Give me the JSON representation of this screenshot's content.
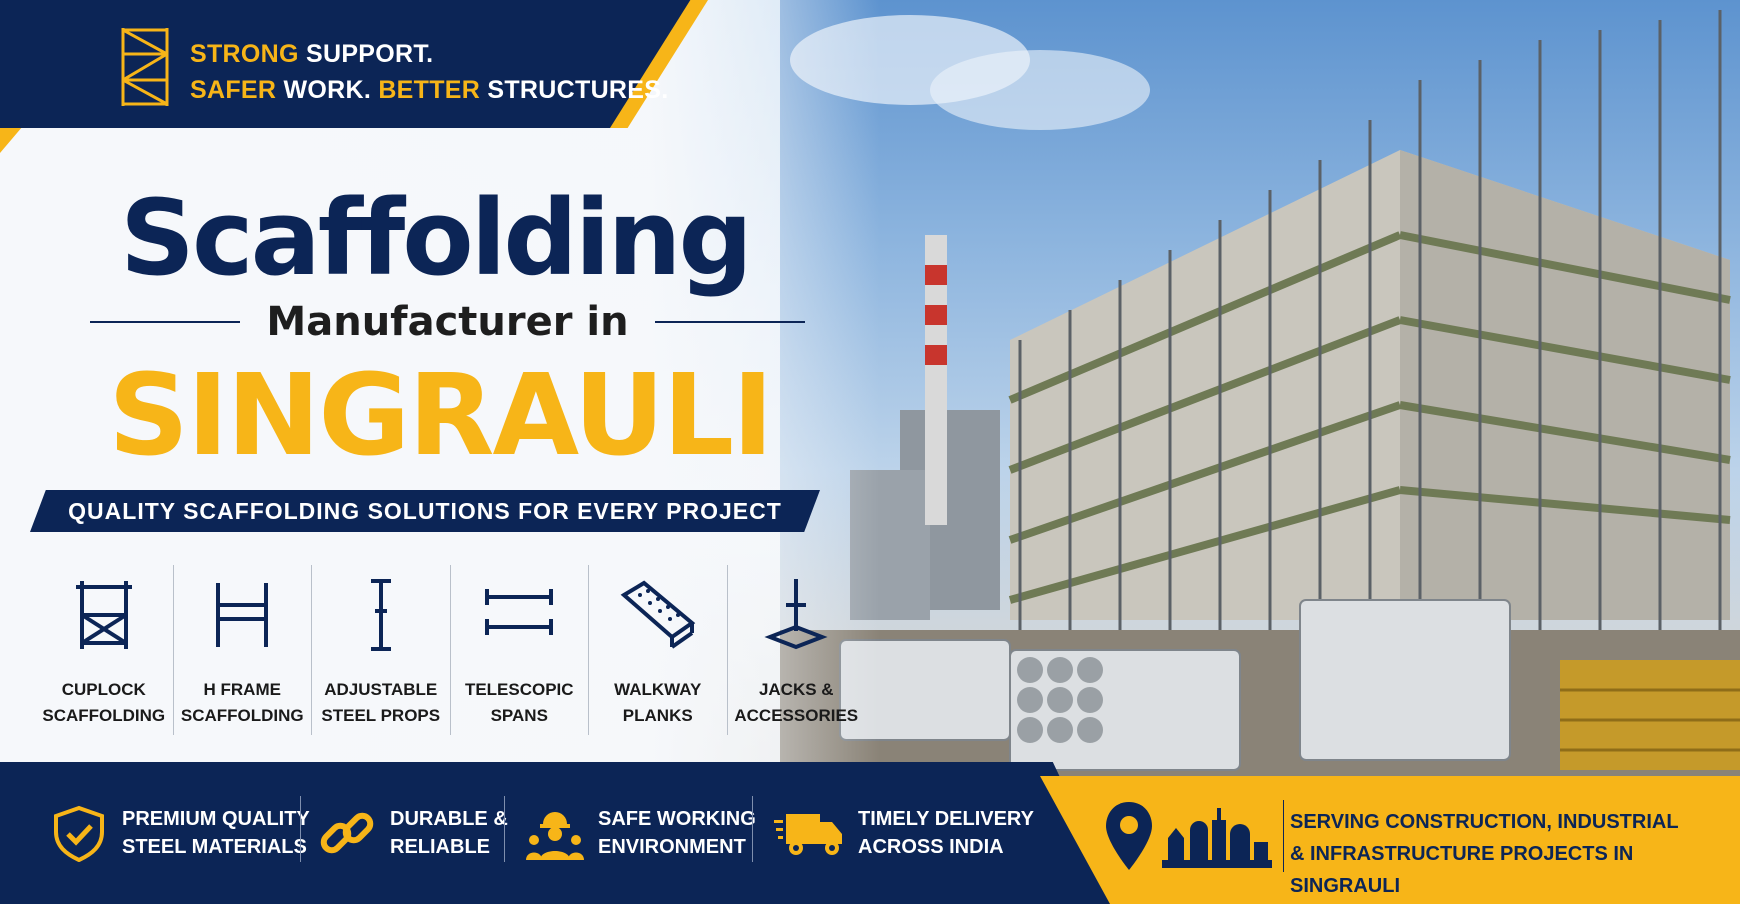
{
  "tagline": {
    "line1_a": "STRONG",
    "line1_b": " SUPPORT.",
    "line2_a": "SAFER",
    "line2_b": " WORK. ",
    "line2_c": "BETTER",
    "line2_d": " STRUCTURES."
  },
  "headline": {
    "title": "Scaffolding",
    "subtitle": "Manufacturer in",
    "location": "SINGRAULI"
  },
  "subtitle_bar": "QUALITY SCAFFOLDING SOLUTIONS FOR EVERY PROJECT",
  "products": [
    {
      "line1": "CUPLOCK",
      "line2": "SCAFFOLDING",
      "icon": "cuplock-frame-icon"
    },
    {
      "line1": "H FRAME",
      "line2": "SCAFFOLDING",
      "icon": "h-frame-icon"
    },
    {
      "line1": "ADJUSTABLE",
      "line2": "STEEL PROPS",
      "icon": "steel-prop-icon"
    },
    {
      "line1": "TELESCOPIC",
      "line2": "SPANS",
      "icon": "telescopic-span-icon"
    },
    {
      "line1": "WALKWAY",
      "line2": "PLANKS",
      "icon": "walkway-plank-icon"
    },
    {
      "line1": "JACKS &",
      "line2": "ACCESSORIES",
      "icon": "base-jack-icon"
    }
  ],
  "features": [
    {
      "line1": "PREMIUM QUALITY",
      "line2": "STEEL MATERIALS",
      "icon": "shield-check-icon"
    },
    {
      "line1": "DURABLE &",
      "line2": "RELIABLE",
      "icon": "chain-link-icon"
    },
    {
      "line1": "SAFE WORKING",
      "line2": "ENVIRONMENT",
      "icon": "workers-helmet-icon"
    },
    {
      "line1": "TIMELY DELIVERY",
      "line2": "ACROSS INDIA",
      "icon": "delivery-truck-icon"
    }
  ],
  "service": {
    "line1": "SERVING CONSTRUCTION, INDUSTRIAL",
    "line2": "& INFRASTRUCTURE PROJECTS IN SINGRAULI"
  },
  "colors": {
    "navy": "#0c2556",
    "yellow": "#f7b518"
  }
}
